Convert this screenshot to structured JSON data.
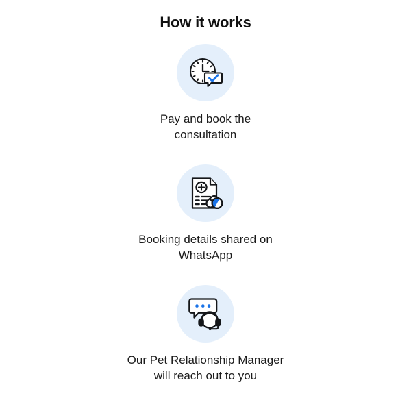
{
  "header": {
    "title": "How it works"
  },
  "theme": {
    "page_background": "#ffffff",
    "circle_background": "#e4effb",
    "icon_stroke": "#15171a",
    "accent_blue": "#1a73e8",
    "text_color": "#1b1b1b"
  },
  "steps": [
    {
      "index": "1",
      "icon": "clock-check-icon",
      "icon_parts": [
        "clock-face",
        "clock-hands",
        "speech-bubble",
        "check-mark"
      ],
      "caption": "Pay and book the\nconsultation",
      "caption_lines": [
        "Pay and book the",
        "consultation"
      ]
    },
    {
      "index": "2",
      "icon": "prescription-pills-icon",
      "icon_parts": [
        "document",
        "plus-circle",
        "text-lines",
        "capsule-pill",
        "round-pill"
      ],
      "caption": "Booking details shared on\nWhatsApp",
      "caption_lines": [
        "Booking details shared on",
        "WhatsApp"
      ]
    },
    {
      "index": "3",
      "icon": "chat-headset-support-icon",
      "icon_parts": [
        "speech-bubble",
        "three-dots",
        "headset"
      ],
      "caption": "Our Pet Relationship Manager\nwill reach out to you",
      "caption_lines": [
        "Our Pet Relationship Manager",
        "will reach out to you"
      ]
    }
  ]
}
